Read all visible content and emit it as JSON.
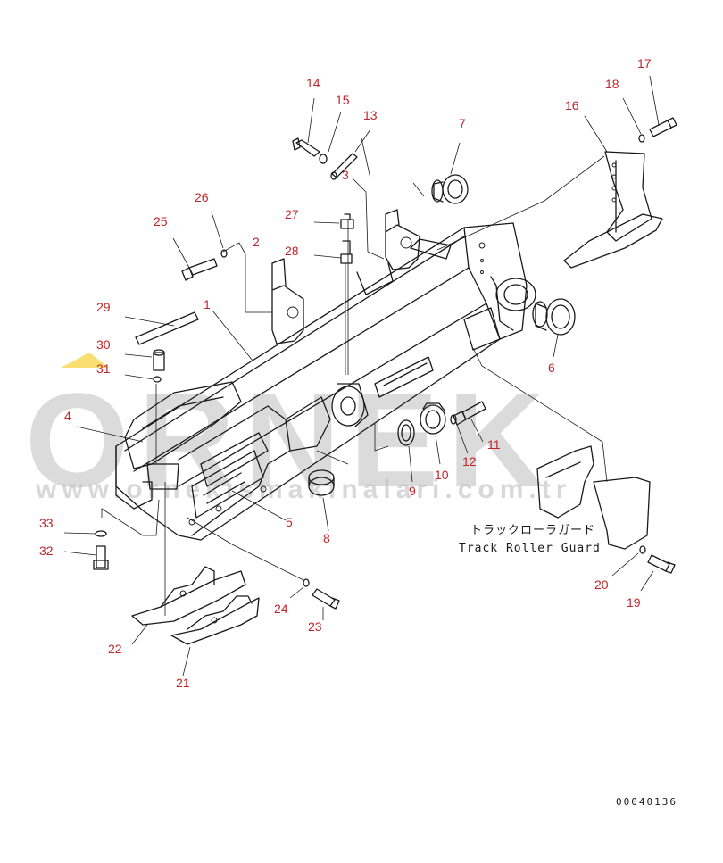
{
  "diagram": {
    "callouts": [
      {
        "id": "1",
        "label": "1"
      },
      {
        "id": "2",
        "label": "2"
      },
      {
        "id": "3",
        "label": "3"
      },
      {
        "id": "4",
        "label": "4"
      },
      {
        "id": "5",
        "label": "5"
      },
      {
        "id": "6",
        "label": "6"
      },
      {
        "id": "7",
        "label": "7"
      },
      {
        "id": "8",
        "label": "8"
      },
      {
        "id": "9",
        "label": "9"
      },
      {
        "id": "10",
        "label": "10"
      },
      {
        "id": "11",
        "label": "11"
      },
      {
        "id": "12",
        "label": "12"
      },
      {
        "id": "13",
        "label": "13"
      },
      {
        "id": "14",
        "label": "14"
      },
      {
        "id": "15",
        "label": "15"
      },
      {
        "id": "16",
        "label": "16"
      },
      {
        "id": "17",
        "label": "17"
      },
      {
        "id": "18",
        "label": "18"
      },
      {
        "id": "19",
        "label": "19"
      },
      {
        "id": "20",
        "label": "20"
      },
      {
        "id": "21",
        "label": "21"
      },
      {
        "id": "22",
        "label": "22"
      },
      {
        "id": "23",
        "label": "23"
      },
      {
        "id": "24",
        "label": "24"
      },
      {
        "id": "25",
        "label": "25"
      },
      {
        "id": "26",
        "label": "26"
      },
      {
        "id": "27",
        "label": "27"
      },
      {
        "id": "28",
        "label": "28"
      },
      {
        "id": "29",
        "label": "29"
      },
      {
        "id": "30",
        "label": "30"
      },
      {
        "id": "31",
        "label": "31"
      },
      {
        "id": "32",
        "label": "32"
      },
      {
        "id": "33",
        "label": "33"
      }
    ],
    "caption_jp": "トラックローラガード",
    "caption_en": "Track Roller Guard",
    "drawing_number": "00040136",
    "colors": {
      "callout": "#c0262c",
      "line": "#1a1a1a",
      "watermark": "#bfbfbf",
      "accent": "#f2c200"
    }
  },
  "watermark": {
    "brand": "ORNEK",
    "url": "www.ornekismakinalari.com.tr"
  }
}
